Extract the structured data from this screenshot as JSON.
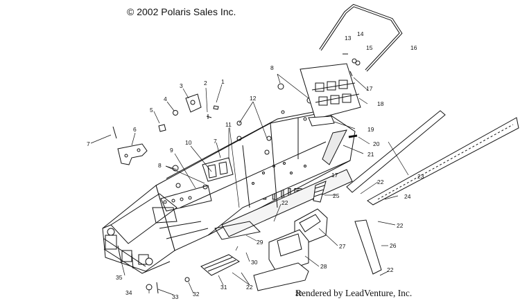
{
  "header": {
    "copyright": "© 2002 Polaris Sales Inc."
  },
  "footer": {
    "rendered_by": "Rendered by LeadVenture, Inc."
  },
  "watermark": {
    "text": "LEADVENTURE"
  },
  "callouts": [
    "1",
    "2",
    "3",
    "4",
    "5",
    "6",
    "7",
    "7",
    "8",
    "8",
    "9",
    "10",
    "11",
    "12",
    "13",
    "14",
    "15",
    "16",
    "17",
    "17",
    "18",
    "19",
    "20",
    "21",
    "22",
    "22",
    "22",
    "22",
    "22",
    "22",
    "23",
    "24",
    "25",
    "26",
    "27",
    "28",
    "29",
    "30",
    "31",
    "32",
    "33",
    "34",
    "35"
  ]
}
